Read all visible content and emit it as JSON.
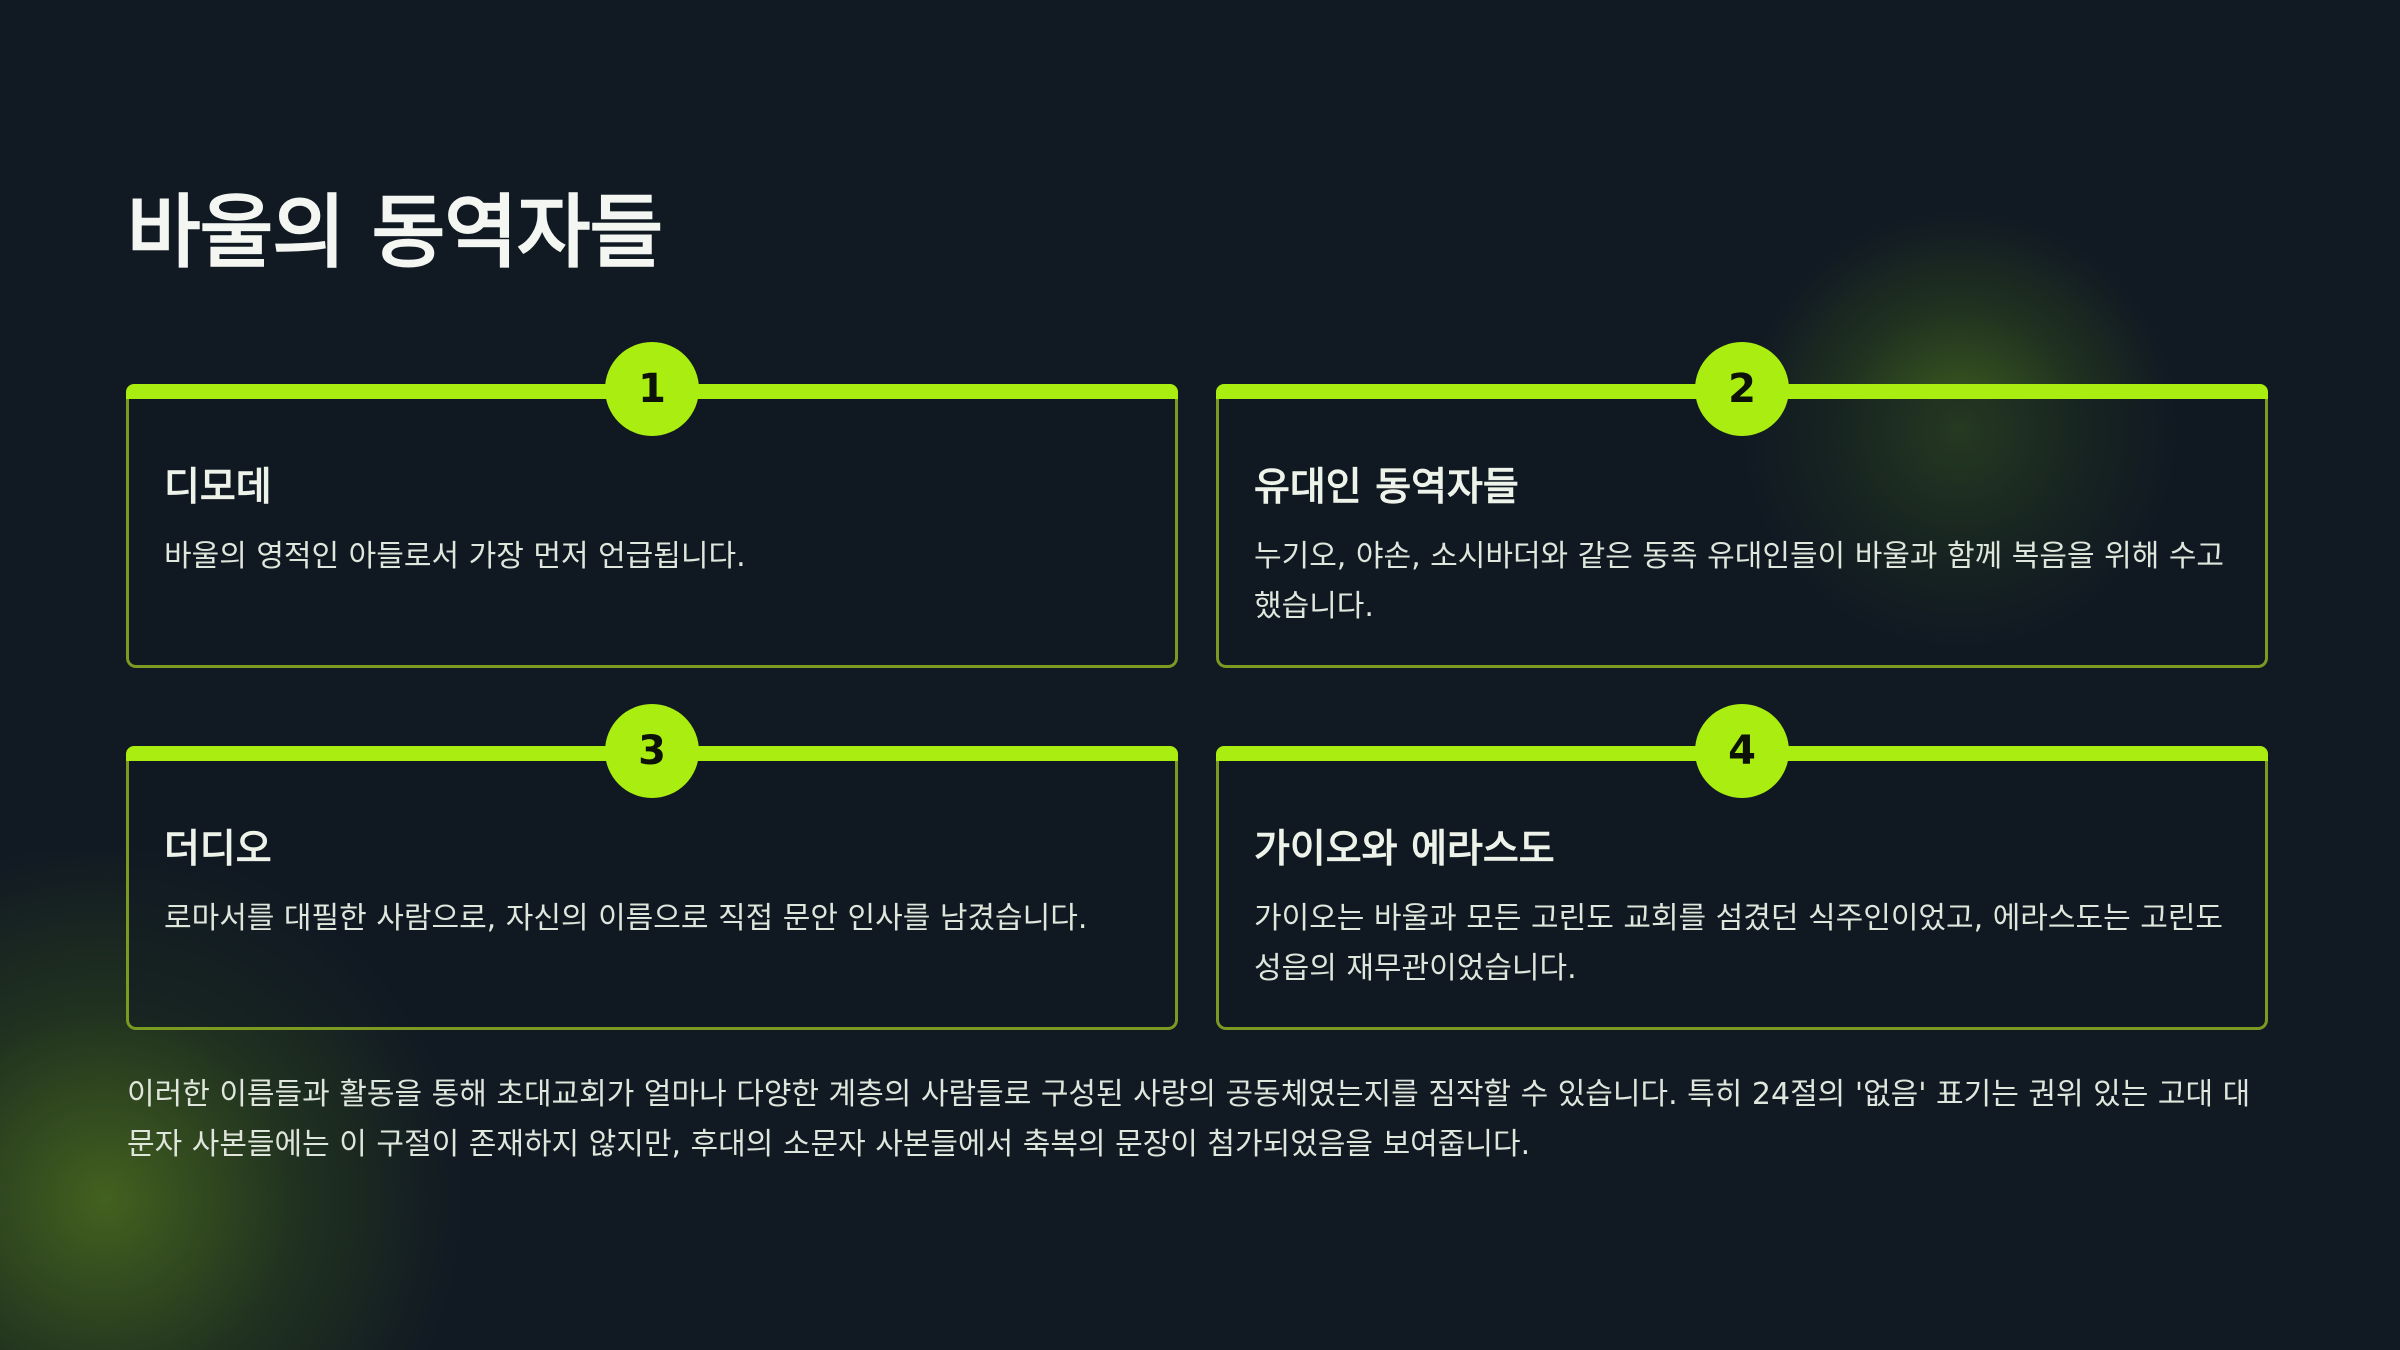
{
  "title": "바울의 동역자들",
  "cards": [
    {
      "number": "1",
      "heading": "디모데",
      "body": "바울의 영적인 아들로서 가장 먼저 언급됩니다."
    },
    {
      "number": "2",
      "heading": "유대인 동역자들",
      "body": "누기오, 야손, 소시바더와 같은 동족 유대인들이 바울과 함께 복음을 위해 수고했습니다."
    },
    {
      "number": "3",
      "heading": "더디오",
      "body": "로마서를 대필한 사람으로, 자신의 이름으로 직접 문안 인사를 남겼습니다."
    },
    {
      "number": "4",
      "heading": "가이오와 에라스도",
      "body": "가이오는 바울과 모든 고린도 교회를 섬겼던 식주인이었고, 에라스도는 고린도 성읍의 재무관이었습니다."
    }
  ],
  "footer": "이러한 이름들과 활동을 통해 초대교회가 얼마나 다양한 계층의 사람들로 구성된 사랑의 공동체였는지를 짐작할 수 있습니다. 특히 24절의 '없음' 표기는 권위 있는 고대 대문자 사본들에는 이 구절이 존재하지 않지만, 후대의 소문자 사본들에서 축복의 문장이 첨가되었음을 보여줍니다.",
  "colors": {
    "accent": "#aaee11",
    "background": "#111923",
    "border": "#7a9a22"
  }
}
